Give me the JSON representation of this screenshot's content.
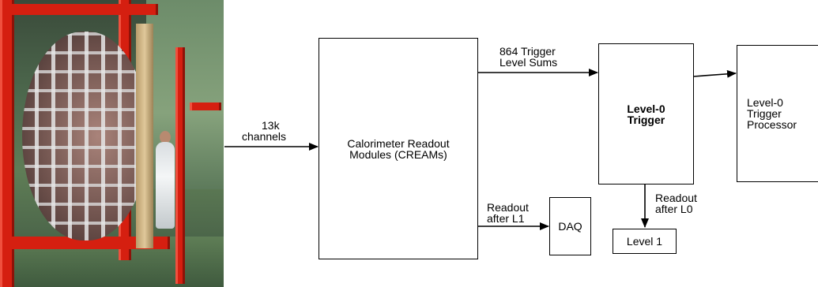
{
  "diagram": {
    "input_label_line1": "13k",
    "input_label_line2": "channels",
    "creams_line1": "Calorimeter Readout",
    "creams_line2": "Modules (CREAMs)",
    "trigger_sums_line1": "864 Trigger",
    "trigger_sums_line2": "Level Sums",
    "l0_trigger_line1": "Level-0",
    "l0_trigger_line2": "Trigger",
    "l0_processor_line1": "Level-0",
    "l0_processor_line2": "Trigger",
    "l0_processor_line3": "Processor",
    "readout_l1_line1": "Readout",
    "readout_l1_line2": "after L1",
    "daq_label": "DAQ",
    "readout_l0_line1": "Readout",
    "readout_l0_line2": "after L0",
    "level1_label": "Level 1"
  }
}
